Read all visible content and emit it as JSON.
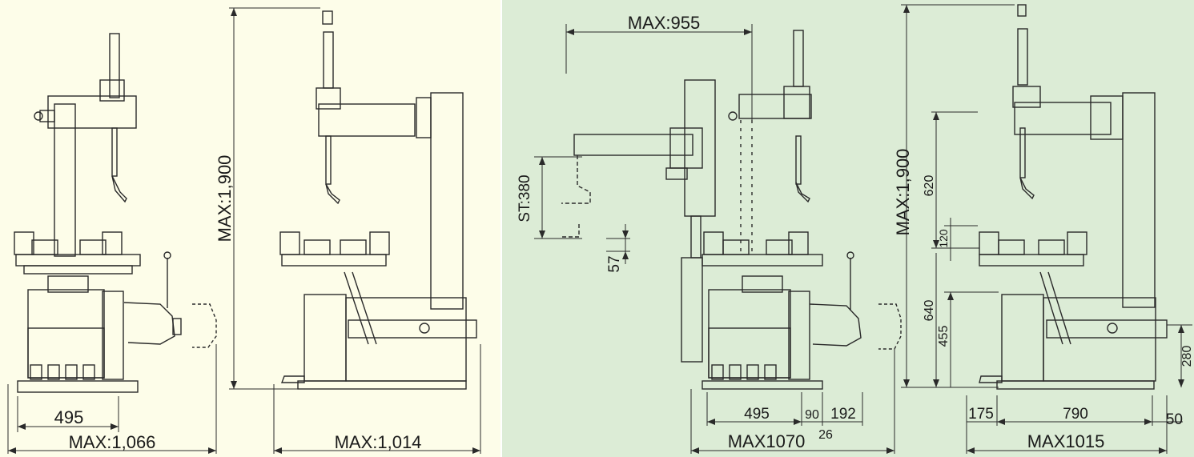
{
  "colors": {
    "left_background": "#fdfde9",
    "right_background": "#dcecd6",
    "line": "#2a2a2a"
  },
  "left_panel": {
    "front_view": {
      "dims": {
        "width_inner": "495",
        "width_max": "MAX:1,066"
      }
    },
    "side_view": {
      "dims": {
        "height_max": "MAX:1,900",
        "width_max": "MAX:1,014"
      }
    }
  },
  "right_panel": {
    "front_view": {
      "dims": {
        "arm_reach": "MAX:955",
        "stroke": "ST:380",
        "offset": "57",
        "width_inner": "495",
        "width_a": "90",
        "width_b": "192",
        "width_c": "26",
        "width_max": "MAX1070"
      }
    },
    "side_view": {
      "dims": {
        "height_max": "MAX:1,900",
        "upper": "620",
        "mid": "120",
        "lower": "640",
        "base": "455",
        "right_height": "280",
        "width_left": "175",
        "width_mid": "790",
        "width_right": "50",
        "width_max": "MAX1015"
      }
    }
  }
}
